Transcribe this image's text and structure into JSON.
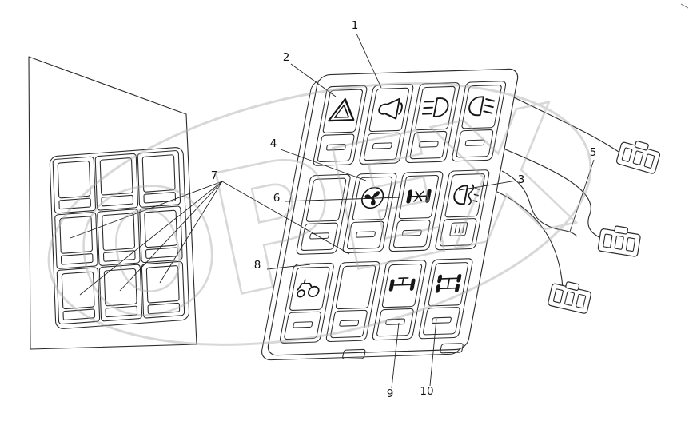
{
  "figure": {
    "watermark": "OPEX",
    "colors": {
      "line": "#2b2b2b",
      "watermark": "#ababab",
      "background": "#ffffff"
    }
  },
  "callouts": [
    {
      "label": "1"
    },
    {
      "label": "2"
    },
    {
      "label": "3"
    },
    {
      "label": "4"
    },
    {
      "label": "5"
    },
    {
      "label": "6"
    },
    {
      "label": "7"
    },
    {
      "label": "8"
    },
    {
      "label": "9"
    },
    {
      "label": "10"
    }
  ],
  "left_panel": {
    "rows": 3,
    "cols": 3,
    "item": "blank-plug"
  },
  "switch_panel": {
    "rows": [
      {
        "switches": [
          {
            "icon": "hazard-warning"
          },
          {
            "icon": "horn"
          },
          {
            "icon": "high-beam"
          },
          {
            "icon": "low-beam"
          }
        ]
      },
      {
        "switches": [
          {
            "icon": "blank"
          },
          {
            "icon": "fan"
          },
          {
            "icon": "diff-lock"
          },
          {
            "icon": "fog-light",
            "indicator": true
          }
        ]
      },
      {
        "switches": [
          {
            "icon": "front-axle-drive"
          },
          {
            "icon": "blank"
          },
          {
            "icon": "rear-diff-lock"
          },
          {
            "icon": "four-wheel-drive"
          }
        ]
      }
    ]
  },
  "harness": {
    "connector_count": 3
  }
}
